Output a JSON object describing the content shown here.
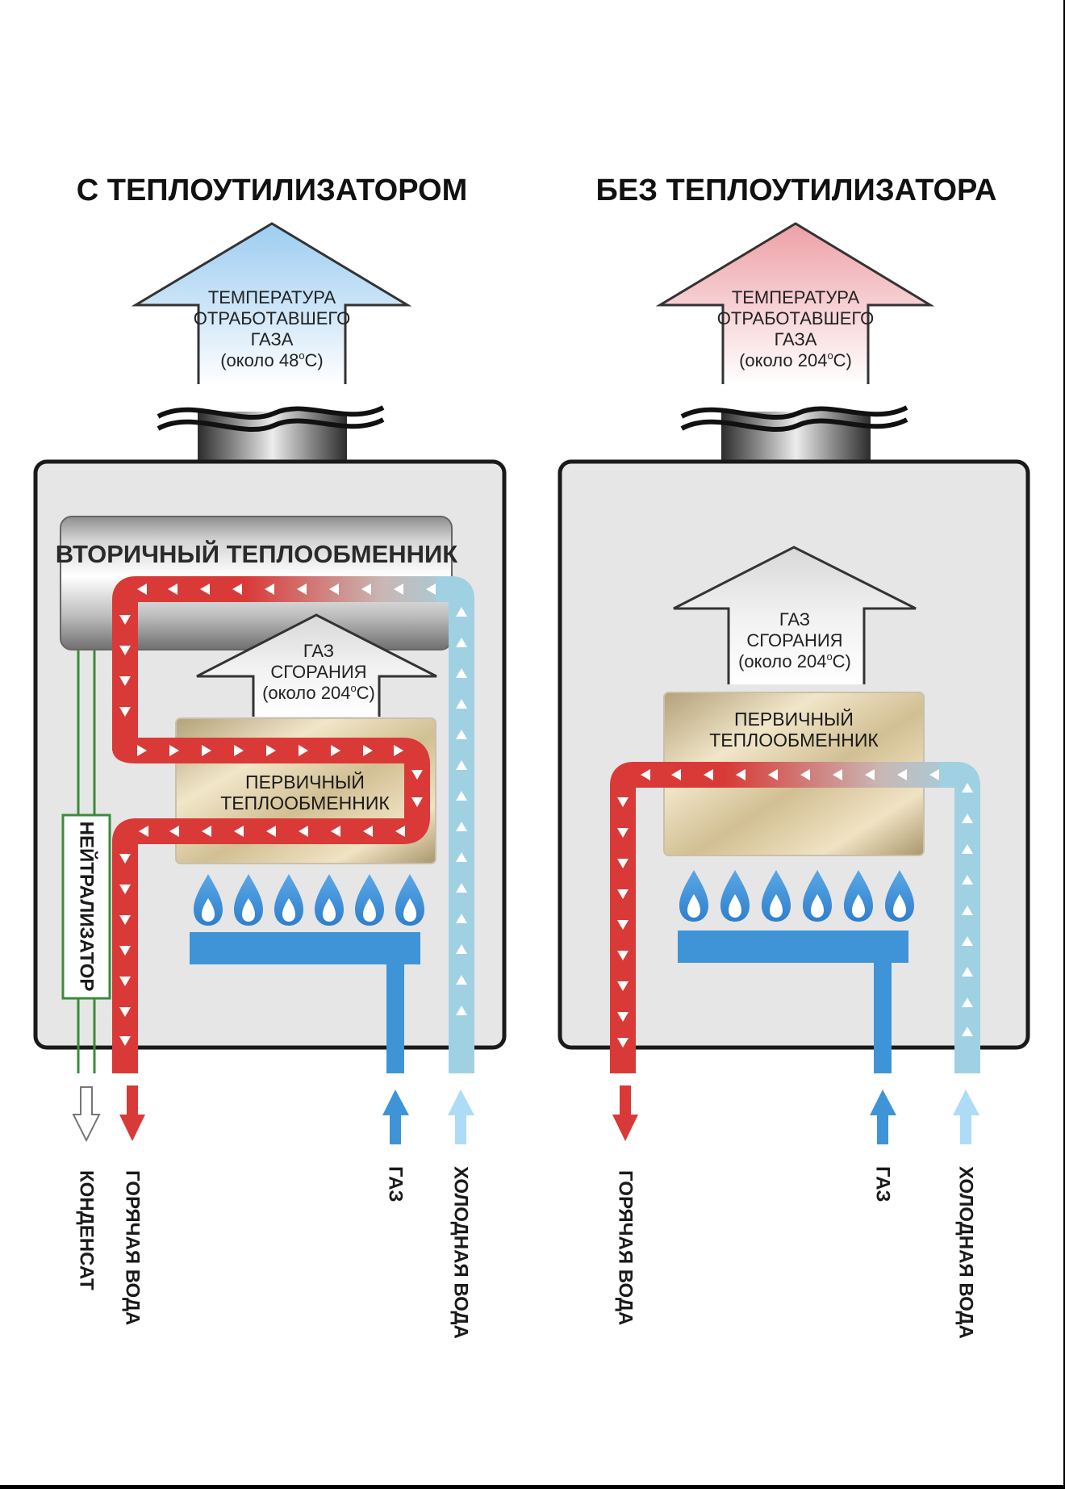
{
  "left_panel": {
    "title": "С ТЕПЛОУТИЛИЗАТОРОМ",
    "exhaust": {
      "line1": "ТЕМПЕРАТУРА",
      "line2": "ОТРАБОТАВШЕГО",
      "line3": "ГАЗА",
      "temp_prefix": "(около 48",
      "temp_deg": "о",
      "temp_suffix": "C)"
    },
    "secondary_exchanger": "ВТОРИЧНЫЙ ТЕПЛООБМЕННИК",
    "combustion": {
      "line1": "ГАЗ",
      "line2": "СГОРАНИЯ",
      "temp_prefix": "(около 204",
      "temp_deg": "о",
      "temp_suffix": "C)"
    },
    "primary_exchanger": {
      "line1": "ПЕРВИЧНЫЙ",
      "line2": "ТЕПЛООБМЕННИК"
    },
    "neutralizer": "НЕЙТРАЛИЗАТОР",
    "outputs": {
      "condensate": "КОНДЕНСАТ",
      "hot_water": "ГОРЯЧАЯ ВОДА",
      "gas": "ГАЗ",
      "cold_water": "ХОЛОДНАЯ ВОДА"
    }
  },
  "right_panel": {
    "title": "БЕЗ ТЕПЛОУТИЛИЗАТОРА",
    "exhaust": {
      "line1": "ТЕМПЕРАТУРА",
      "line2": "ОТРАБОТАВШЕГО",
      "line3": "ГАЗА",
      "temp_prefix": "(около 204",
      "temp_deg": "о",
      "temp_suffix": "C)"
    },
    "combustion": {
      "line1": "ГАЗ",
      "line2": "СГОРАНИЯ",
      "temp_prefix": "(около 204",
      "temp_deg": "о",
      "temp_suffix": "C)"
    },
    "primary_exchanger": {
      "line1": "ПЕРВИЧНЫЙ",
      "line2": "ТЕПЛООБМЕННИК"
    },
    "outputs": {
      "hot_water": "ГОРЯЧАЯ ВОДА",
      "gas": "ГАЗ",
      "cold_water": "ХОЛОДНАЯ ВОДА"
    }
  },
  "colors": {
    "hot_water": "#d93a37",
    "cold_water": "#9fd1e2",
    "gas": "#3e94d6",
    "neutralizer": "#3c8a3c",
    "exhaust_cool": "#a8d2f0",
    "exhaust_hot": "#eda5aa",
    "unit_body": "#e6e6e6"
  }
}
